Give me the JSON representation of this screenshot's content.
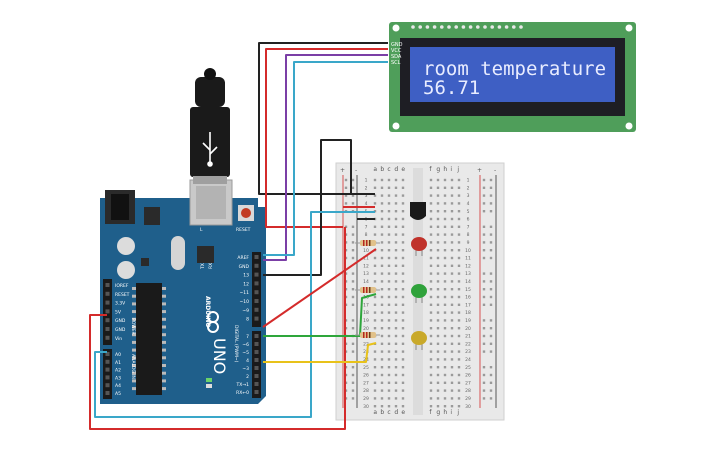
{
  "lcd": {
    "line1": "room temperature",
    "line2": "56.71",
    "pins": [
      "GND",
      "VCC",
      "SDA",
      "SCL"
    ]
  },
  "arduino": {
    "brand": "ARDUINO",
    "model": "UNO",
    "power_header_label": "POWER",
    "analog_header_label": "ANALOG IN",
    "digital_header_label": "DIGITAL (PWM~)",
    "power_pins": [
      "IOREF",
      "RESET",
      "3.3V",
      "5V",
      "GND",
      "GND",
      "Vin"
    ],
    "analog_pins": [
      "A0",
      "A1",
      "A2",
      "A3",
      "A4",
      "A5"
    ],
    "digital_pins_top": [
      "AREF",
      "GND",
      "13",
      "12",
      "~11",
      "~10",
      "~9",
      "8"
    ],
    "digital_pins_bottom": [
      "7",
      "~6",
      "~5",
      "4",
      "~3",
      "2",
      "TX→1",
      "RX←0"
    ],
    "reset_label": "RESET",
    "tx_label": "TX",
    "rx_label": "RX",
    "l_label": "L"
  },
  "breadboard": {
    "col_labels_left": [
      "a",
      "b",
      "c",
      "d",
      "e"
    ],
    "col_labels_right": [
      "f",
      "g",
      "h",
      "i",
      "j"
    ],
    "rail_plus": "+",
    "rail_minus": "-",
    "row_numbers": [
      "1",
      "2",
      "3",
      "4",
      "5",
      "6",
      "7",
      "8",
      "9",
      "10",
      "11",
      "12",
      "13",
      "14",
      "15",
      "16",
      "17",
      "18",
      "19",
      "20",
      "21",
      "22",
      "23",
      "24",
      "25",
      "26",
      "27",
      "28",
      "29",
      "30"
    ]
  },
  "colors": {
    "board": "#1f5f8b",
    "lcd_pcb": "#4f9e5a",
    "lcd_screen": "#3e5fc4",
    "wire_red": "#d42b2b",
    "wire_black": "#222222",
    "wire_purple": "#7b3fa6",
    "wire_cyan": "#3aa7c9",
    "wire_green": "#2ea63b",
    "wire_yellow": "#e8c21a",
    "led_red": "#c0322b",
    "led_green": "#2fa23b",
    "led_yellow": "#c9a92a"
  }
}
